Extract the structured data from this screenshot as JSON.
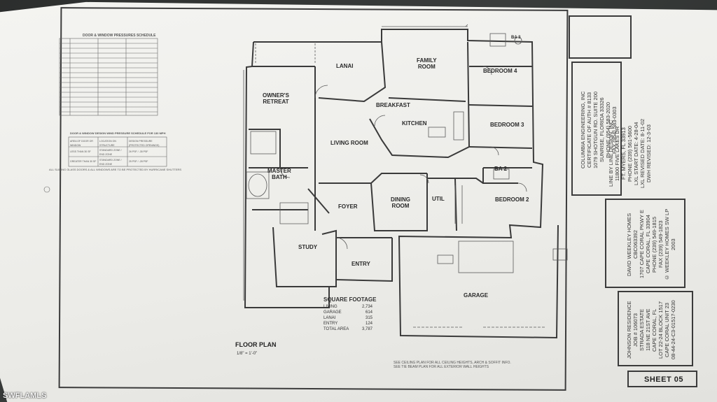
{
  "rooms": {
    "lanai": "LANAI",
    "family_room": "FAMILY\nROOM",
    "bedroom4": "BEDROOM 4",
    "owners_retreat": "OWNER'S\nRETREAT",
    "breakfast": "BREAKFAST",
    "kitchen": "KITCHEN",
    "bedroom3": "BEDROOM 3",
    "living_room": "LIVING ROOM",
    "master_bath": "MASTER\nBATH",
    "ba2": "BA 2",
    "ba3": "BA 3",
    "foyer": "FOYER",
    "dining_room": "DINING\nROOM",
    "util": "UTIL",
    "bedroom2": "BEDROOM 2",
    "study": "STUDY",
    "entry": "ENTRY",
    "garage": "GARAGE"
  },
  "schedule_title": "DOOR & WINDOW PRESSURES SCHEDULE",
  "design_title": "DOOR & WINDOW DESIGN WIND PRESSURE SCHEDULE FOR 130 MPH",
  "design_rows": [
    [
      "AREA OF DOOR OR WINDOW",
      "LOCATION ON STRUCTURE",
      "DESIGN PRESSURE (PROTECTED OPENINGS)"
    ],
    [
      "LESS THAN 30 SF",
      "STANDARD ZONE / END ZONE",
      "26 PSF / -35 PSF"
    ],
    [
      "GREATER THAN 30 SF",
      "STANDARD ZONE / END ZONE",
      "25 PSF / -28 PSF"
    ]
  ],
  "glass_note": "ALL SLIDING GLASS DOORS & ALL WINDOWS ARE TO BE PROTECTED BY HURRICANE SHUTTERS",
  "square_footage": {
    "heading": "SQUARE FOOTAGE",
    "rows": [
      {
        "label": "LIVING",
        "value": "2,734"
      },
      {
        "label": "GARAGE",
        "value": "614"
      },
      {
        "label": "LANAI",
        "value": "315"
      },
      {
        "label": "ENTRY",
        "value": "124"
      },
      {
        "label": "TOTAL AREA",
        "value": "3,787"
      }
    ]
  },
  "plan_title": "FLOOR PLAN",
  "plan_scale": "1/8\" = 1'-0\"",
  "ceiling_note": "SEE CEILING PLAN FOR ALL CEILING HEIGHTS, ARCH & SOFFIT INFO.\nSEE TIE BEAM PLAN FOR ALL EXTERIOR WALL HEIGHTS",
  "title_block": {
    "engineer": "COLUMBIA ENGINEERING, INC\nCERTIFICATE OF AUTH # 8133\n1079 SHOTGUN RD. SUITE 200\nSUNRISE, FLORIDA 33326\nPHONE (954) 583-2020\nFAX (954) 583-0303",
    "designer": "LINE BY LINE DESIGN, INC\n11800 FIVE LAKES DR\nFT. MYERS, FL 33913\nPHONE (239) 561-5600\nLXL START DATE: 4-28-04\nLXL REVISED DATE: 8-11-02\nDWH REVISED: 12-3-03",
    "builder": "DAVID WEEKLEY HOMES\nCBC063392\n1707 CAPE CORAL PKWY E\nCAPE CORAL, FL 33904\nPHONE (239) 549-1815\nFAX (239) 549-1823\n© WEEKLEY HOMES SW LP 2003",
    "client": "JOHNSON RESIDENCE\nJOB # 106073\nSTRADA ESTATE\n118 NE 21ST AVE\nCAPE CORAL, FL\nLOT 22-24 BLOCK 1517\nCAPE CORAL UNIT 23\n08-44-24-C3-01517-0230",
    "sheet": "SHEET 05"
  },
  "watermark": "SWFLAMLS"
}
